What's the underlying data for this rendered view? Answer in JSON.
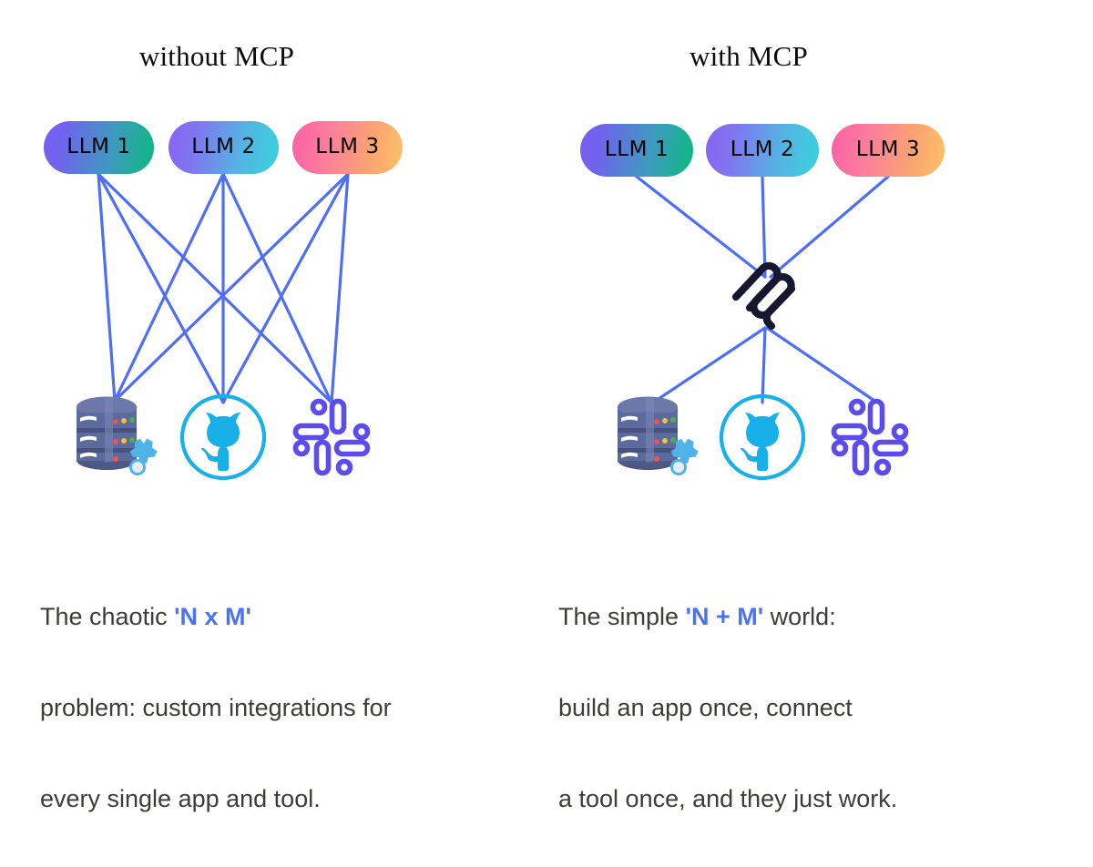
{
  "page": {
    "background": "#ffffff",
    "accent_blue": "#4f6ef7",
    "highlight_blue": "#4a72f5",
    "text_color": "#3d3d36"
  },
  "panels": [
    {
      "id": "without-mcp",
      "title": "without MCP",
      "topology": "full-mesh",
      "llms": [
        {
          "label": "LLM 1",
          "gradient": [
            "#7b5ef0",
            "#0bba7e"
          ]
        },
        {
          "label": "LLM 2",
          "gradient": [
            "#8a62f2",
            "#37d3dd"
          ]
        },
        {
          "label": "LLM 3",
          "gradient": [
            "#fb5fa5",
            "#fcc264"
          ]
        }
      ],
      "tools": [
        {
          "name": "database",
          "color": "#5c6b9e"
        },
        {
          "name": "github",
          "color": "#17b0e8"
        },
        {
          "name": "slack",
          "color": "#5b4ceb"
        }
      ],
      "caption": {
        "lines": [
          {
            "pre": "The chaotic ",
            "em": "'N x M'",
            "post": ""
          },
          {
            "pre": "problem: custom integrations for",
            "em": "",
            "post": ""
          },
          {
            "pre": "every single app and tool.",
            "em": "",
            "post": ""
          }
        ]
      }
    },
    {
      "id": "with-mcp",
      "title": "with MCP",
      "topology": "hub-and-spoke",
      "hub": {
        "name": "mcp-logo",
        "color": "#17172f"
      },
      "llms": [
        {
          "label": "LLM 1",
          "gradient": [
            "#7b5ef0",
            "#0bba7e"
          ]
        },
        {
          "label": "LLM 2",
          "gradient": [
            "#8a62f2",
            "#37d3dd"
          ]
        },
        {
          "label": "LLM 3",
          "gradient": [
            "#fb5fa5",
            "#fcc264"
          ]
        }
      ],
      "tools": [
        {
          "name": "database",
          "color": "#5c6b9e"
        },
        {
          "name": "github",
          "color": "#17b0e8"
        },
        {
          "name": "slack",
          "color": "#5b4ceb"
        }
      ],
      "caption": {
        "lines": [
          {
            "pre": "The simple ",
            "em": "'N + M'",
            "post": " world:"
          },
          {
            "pre": "build an app once, connect",
            "em": "",
            "post": ""
          },
          {
            "pre": "a tool once, and they just work.",
            "em": "",
            "post": ""
          }
        ]
      }
    }
  ]
}
